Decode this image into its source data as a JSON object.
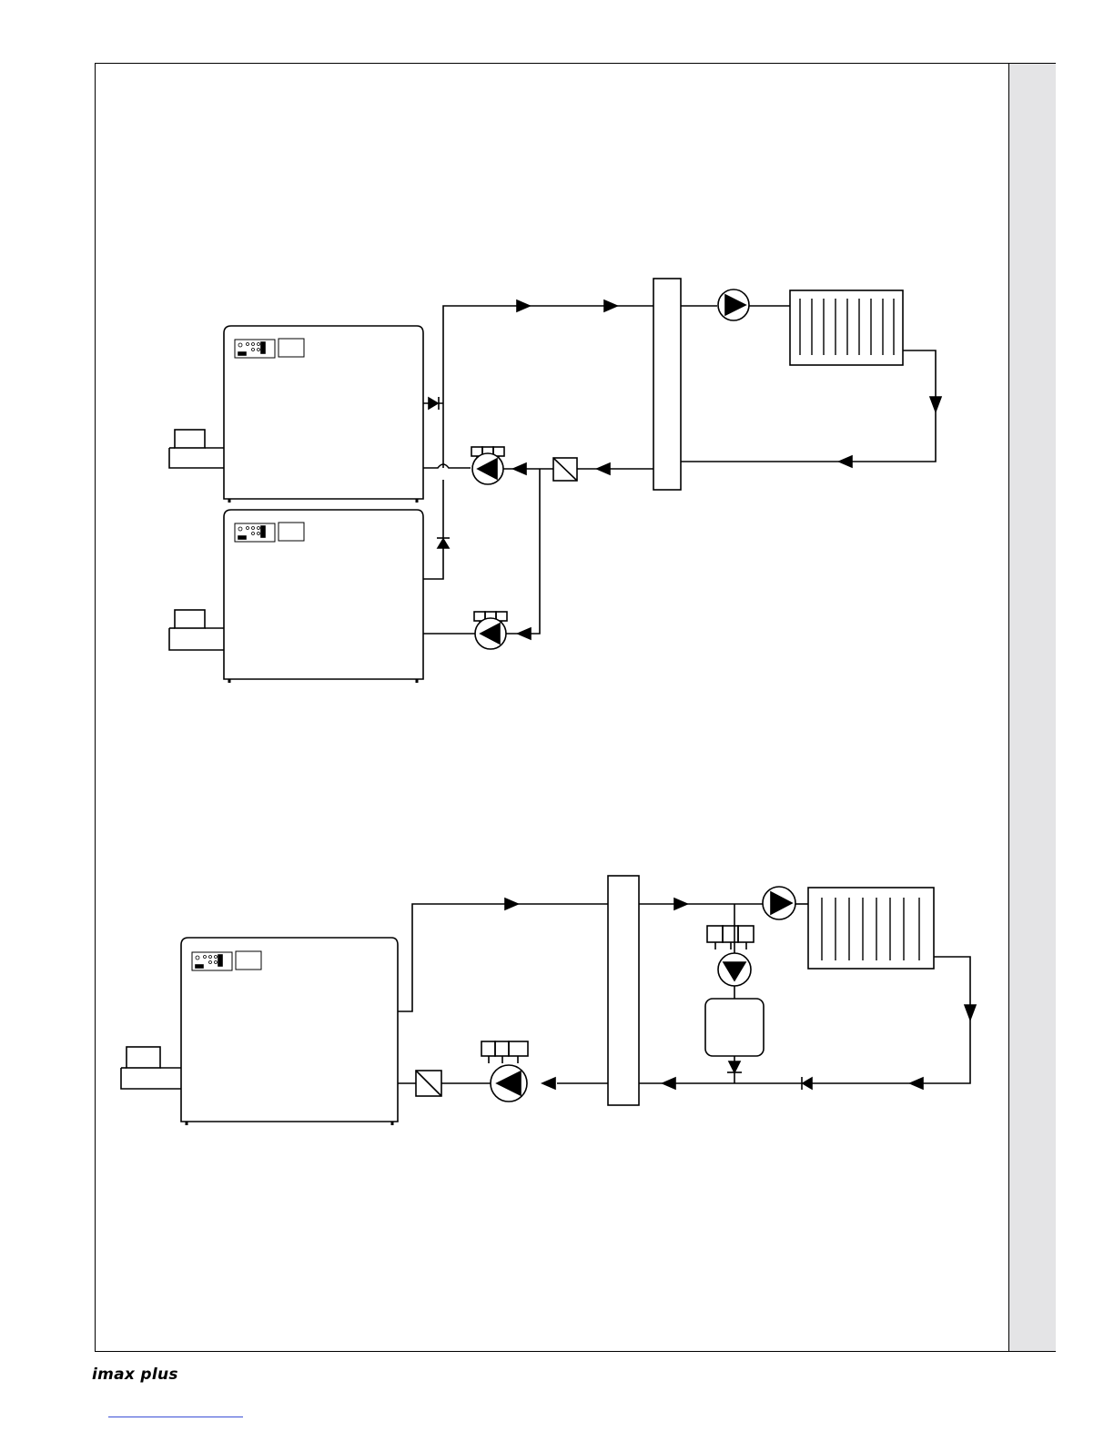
{
  "page": {
    "brand": "imax plus"
  },
  "colors": {
    "line": "#000000",
    "side_tab": "#e4e4e6",
    "link_underline": "#3b4fd6"
  },
  "diagrams": [
    {
      "id": "upper",
      "description_components": [
        "boiler",
        "boiler",
        "burner",
        "burner",
        "non-return-valve",
        "non-return-valve",
        "boiler-pump",
        "boiler-pump",
        "strainer",
        "plate-heat-exchanger",
        "circulation-pump",
        "radiator",
        "flow-arrow"
      ]
    },
    {
      "id": "lower",
      "description_components": [
        "boiler",
        "burner",
        "strainer",
        "boiler-pump",
        "plate-heat-exchanger",
        "circulation-pump",
        "radiator",
        "shunt-pump",
        "expansion-vessel",
        "non-return-valve",
        "flow-arrow"
      ]
    }
  ],
  "icons": {
    "pump": "pump-icon",
    "arrow": "flow-arrow-icon",
    "valve": "check-valve-icon",
    "strainer": "strainer-icon"
  }
}
